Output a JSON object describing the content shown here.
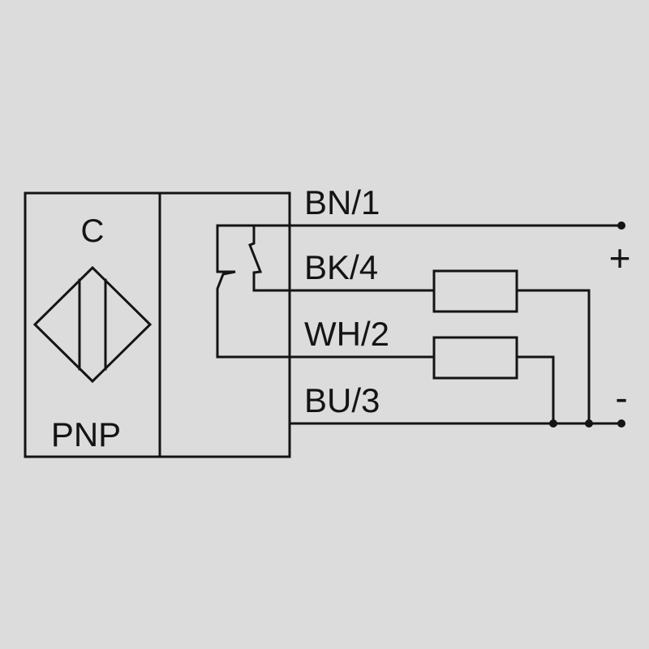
{
  "sensor": {
    "type_letter": "C",
    "output_type": "PNP"
  },
  "wires": [
    {
      "label": "BN/1"
    },
    {
      "label": "BK/4"
    },
    {
      "label": "WH/2"
    },
    {
      "label": "BU/3"
    }
  ],
  "terminals": {
    "plus": "+",
    "minus": "-"
  },
  "colors": {
    "background": "#dcdcdc",
    "line": "#141414"
  }
}
